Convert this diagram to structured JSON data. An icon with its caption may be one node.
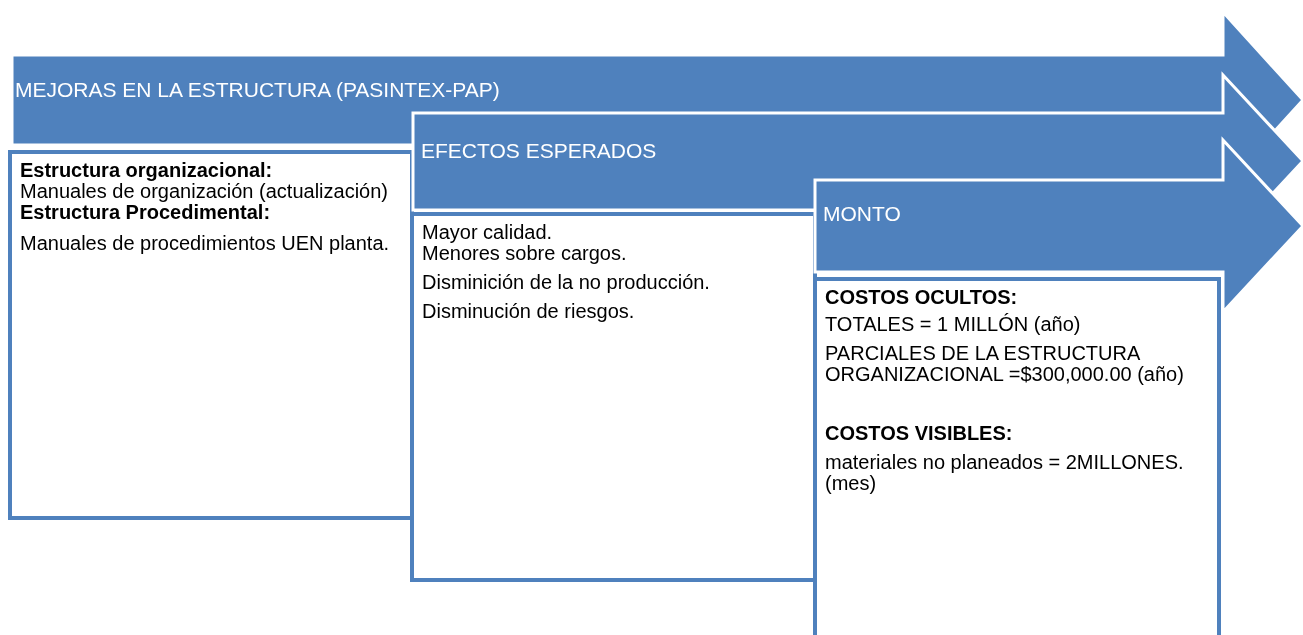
{
  "diagram": {
    "nodes": [
      {
        "text": [
          "MEJORAS EN LA ESTRUCTURA (PASINTEX-PAP)"
        ]
      },
      {
        "text": [
          "Estructura organizacional:",
          "Manuales de organización (actualización)",
          "Estructura Procedimental:",
          "Manuales de procedimientos UEN planta."
        ]
      },
      {
        "text": [
          "EFECTOS ESPERADOS"
        ]
      },
      {
        "text": [
          "Mayor calidad.",
          "Menores sobre cargos.",
          "Disminición de la no producción.",
          "Disminución de riesgos."
        ]
      },
      {
        "text": [
          "MONTO"
        ]
      },
      {
        "text": [
          "COSTOS OCULTOS:",
          "TOTALES = 1 MILLÓN (año)",
          "PARCIALES DE LA ESTRUCTURA ORGANIZACIONAL =$300,000.00 (año)",
          "COSTOS VISIBLES:",
          "materiales no planeados = 2MILLONES. (mes)"
        ]
      }
    ],
    "edges": []
  }
}
